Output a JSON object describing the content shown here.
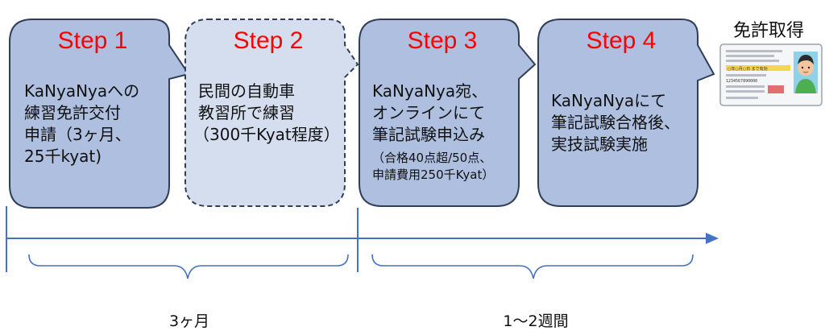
{
  "steps": [
    {
      "title": "Step 1",
      "lines": [
        "KaNyaNyaへの",
        "練習免許交付",
        "申請（3ヶ月、",
        "25千kyat)"
      ],
      "sub_lines": []
    },
    {
      "title": "Step 2",
      "lines": [
        "民間の自動車",
        "教習所で練習",
        "（300千Kyat程度）"
      ],
      "sub_lines": []
    },
    {
      "title": "Step 3",
      "lines": [
        "KaNyaNya宛、",
        "オンラインにて",
        "筆記試験申込み"
      ],
      "sub_lines": [
        "（合格40点超/50点、",
        "申請費用250千Kyat）"
      ]
    },
    {
      "title": "Step 4",
      "lines": [
        "KaNyaNyaにて",
        "筆記試験合格後、",
        "実技試験実施"
      ],
      "sub_lines": []
    }
  ],
  "license": {
    "title": "免許取得",
    "card_text": "○年○月○日 まで有効",
    "card_number": "1234567890000",
    "icon": "driver-license-card-icon"
  },
  "periods": {
    "first": "3ヶ月",
    "second": "1〜2週間"
  },
  "colors": {
    "callout_fill": "#aebfdf",
    "callout_dashed_fill": "#d5deef",
    "callout_stroke": "#2f3f57",
    "timeline": "#4472c4",
    "title_red": "#ff0000"
  }
}
